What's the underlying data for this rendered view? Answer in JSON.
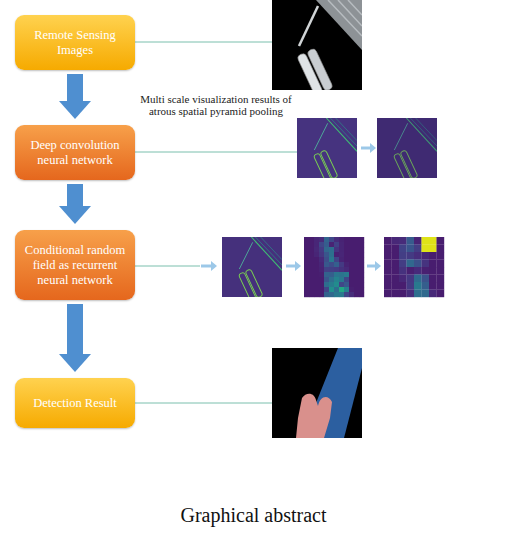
{
  "diagram": {
    "caption": "Graphical abstract",
    "nodes": [
      {
        "text": [
          "Remote Sensing Images"
        ]
      },
      {
        "text": [
          "Deep convolution neural network"
        ]
      },
      {
        "text": [
          "Conditional random field as recurrent neural network"
        ]
      },
      {
        "text": [
          "Detection Result"
        ]
      }
    ],
    "edges": [
      {
        "from": 0,
        "to": 1,
        "arrow": "to"
      },
      {
        "from": 1,
        "to": 2,
        "arrow": "to"
      },
      {
        "from": 2,
        "to": 3,
        "arrow": "to"
      }
    ],
    "labels": [
      "Multi scale visualization results of atrous spatial pyramid pooling"
    ]
  }
}
